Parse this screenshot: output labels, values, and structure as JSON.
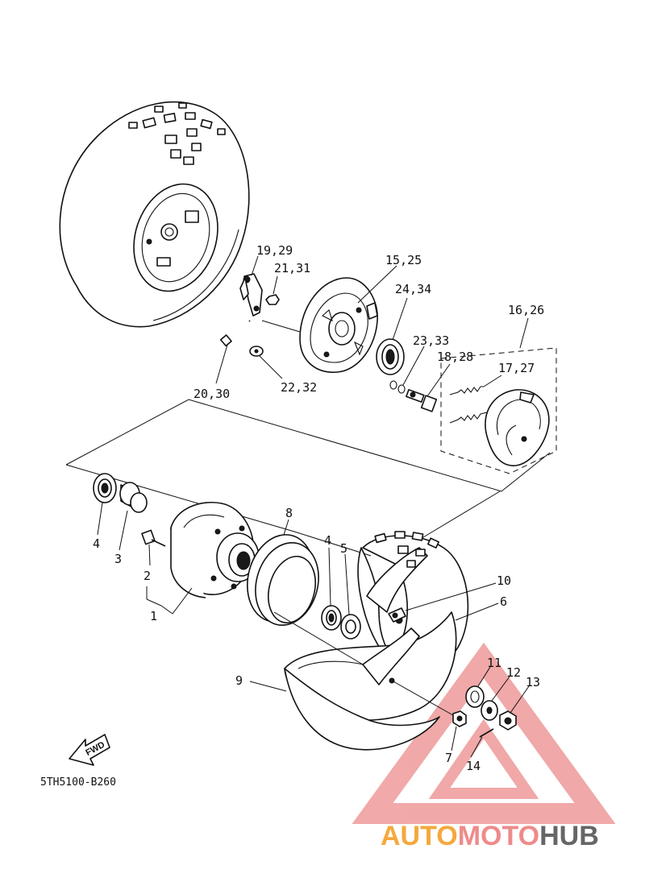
{
  "diagram_code": "5TH5100-B260",
  "fwd_label": "FWD",
  "watermark": {
    "part1": "AUTO",
    "part2": "MOTO",
    "part3": "HUB",
    "color1": "#f3a93c",
    "color2": "#ee8b8b",
    "color3": "#666666",
    "triangle_color": "#ee9a9a"
  },
  "callouts": {
    "c1": "1",
    "c2": "2",
    "c3": "3",
    "c4a": "4",
    "c4b": "4",
    "c5": "5",
    "c6": "6",
    "c7": "7",
    "c8": "8",
    "c9": "9",
    "c10": "10",
    "c11": "11",
    "c12": "12",
    "c13": "13",
    "c14": "14",
    "c15": "15,25",
    "c16": "16,26",
    "c17": "17,27",
    "c18": "18,28",
    "c19": "19,29",
    "c20": "20,30",
    "c21": "21,31",
    "c22": "22,32",
    "c23": "23,33",
    "c24": "24,34"
  }
}
